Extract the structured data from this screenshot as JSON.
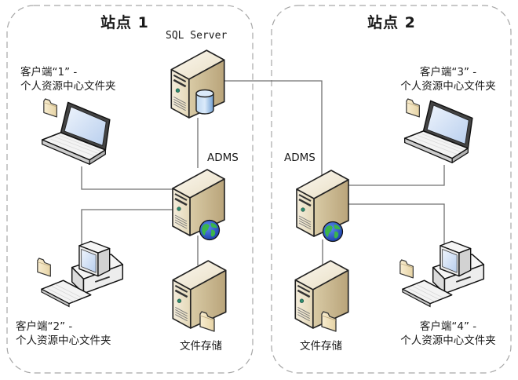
{
  "sites": [
    {
      "title": "站点 1",
      "database_server": {
        "label": "SQL Server"
      },
      "adms_server": {
        "label": "ADMS"
      },
      "file_storage": {
        "label": "文件存储"
      },
      "clients": [
        {
          "line1": "客户端“1”  -",
          "line2": "个人资源中心文件夹",
          "device": "laptop"
        },
        {
          "line1": "客户端“2”  -",
          "line2": "个人资源中心文件夹",
          "device": "desktop"
        }
      ]
    },
    {
      "title": "站点 2",
      "adms_server": {
        "label": "ADMS"
      },
      "file_storage": {
        "label": "文件存储"
      },
      "clients": [
        {
          "line1": "客户端“3”  -",
          "line2": "个人资源中心文件夹",
          "device": "laptop"
        },
        {
          "line1": "客户端“4”  -",
          "line2": "个人资源中心文件夹",
          "device": "desktop"
        }
      ]
    }
  ],
  "colors": {
    "border_dash": "#a6a6a6",
    "connector": "#707070",
    "server_face": "#efe7d2",
    "server_side": "#c9b994",
    "database": "#9cc3e6",
    "globe_ocean": "#2a56c9",
    "globe_land": "#3bb54a",
    "folder": "#f3e4bd",
    "screen": "#cfe0f5"
  }
}
